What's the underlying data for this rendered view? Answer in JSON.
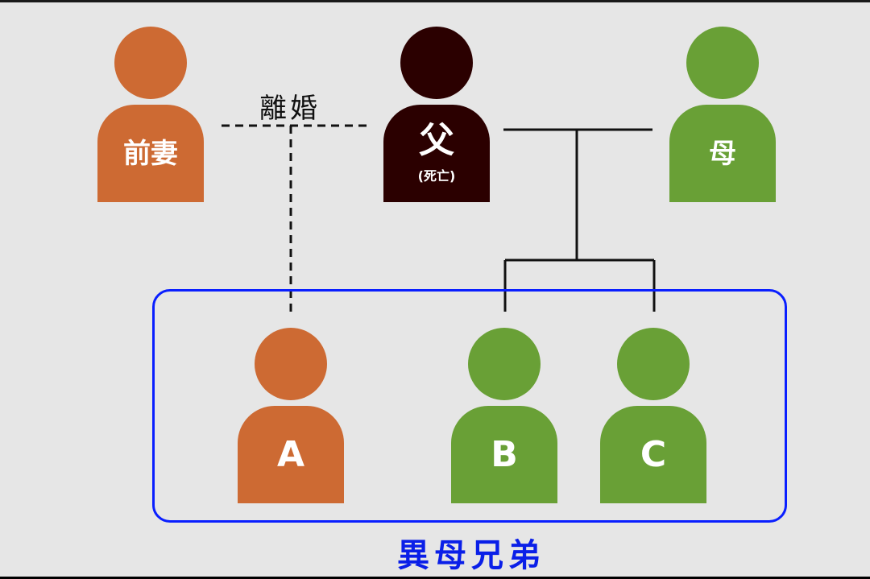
{
  "relationship_label": "離婚",
  "group_label": "異母兄弟",
  "people": {
    "ex_wife": {
      "label": "前妻"
    },
    "father": {
      "label": "父",
      "note": "(死亡)"
    },
    "mother": {
      "label": "母"
    },
    "child_a": {
      "label": "A"
    },
    "child_b": {
      "label": "B"
    },
    "child_c": {
      "label": "C"
    }
  },
  "colors": {
    "ex_wife_line": "#cd6a33",
    "father": "#2b0000",
    "mother_line": "#69a036",
    "group_border": "#0a1fff"
  }
}
